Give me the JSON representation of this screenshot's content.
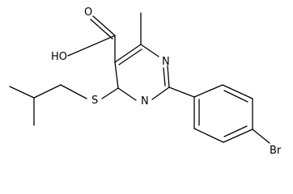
{
  "molecule": {
    "atoms": {
      "oh_label": "HO",
      "carbonyl_o_label": "O",
      "n1_label": "N",
      "n2_label": "N",
      "s_label": "S",
      "br_label": "Br"
    }
  }
}
